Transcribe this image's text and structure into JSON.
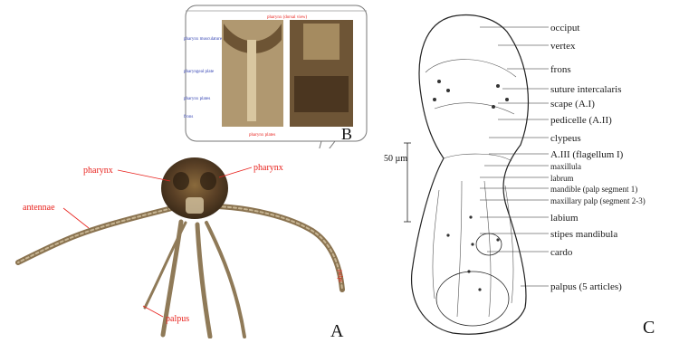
{
  "figure": {
    "panel_a": {
      "letter": "A",
      "labels": {
        "pharynx_left": "pharynx",
        "pharynx_right": "pharynx",
        "antennae": "antennae",
        "palpus": "palpus",
        "right_small": "palpi"
      }
    },
    "panel_b": {
      "letter": "B",
      "top_label": "pharynx (dorsal view)",
      "blue_labels": [
        "pharynx musculature",
        "pharyngeal plate",
        "pharynx plates",
        "frons"
      ],
      "bottom_label": "pharynx plates"
    },
    "panel_c": {
      "letter": "C",
      "scale": "50 µm",
      "labels": [
        "occiput",
        "vertex",
        "frons",
        "suture intercalaris",
        "scape (A.I)",
        "pedicelle (A.II)",
        "clypeus",
        "A.III (flagellum I)",
        "maxillula",
        "labrum",
        "mandible (palp segment 1)",
        "maxillary palp (segment 2-3)",
        "labium",
        "stipes mandibula",
        "cardo",
        "palpus (5 articles)"
      ]
    }
  },
  "colors": {
    "accent_red": "#e8231e",
    "accent_blue": "#2f3fb2"
  }
}
